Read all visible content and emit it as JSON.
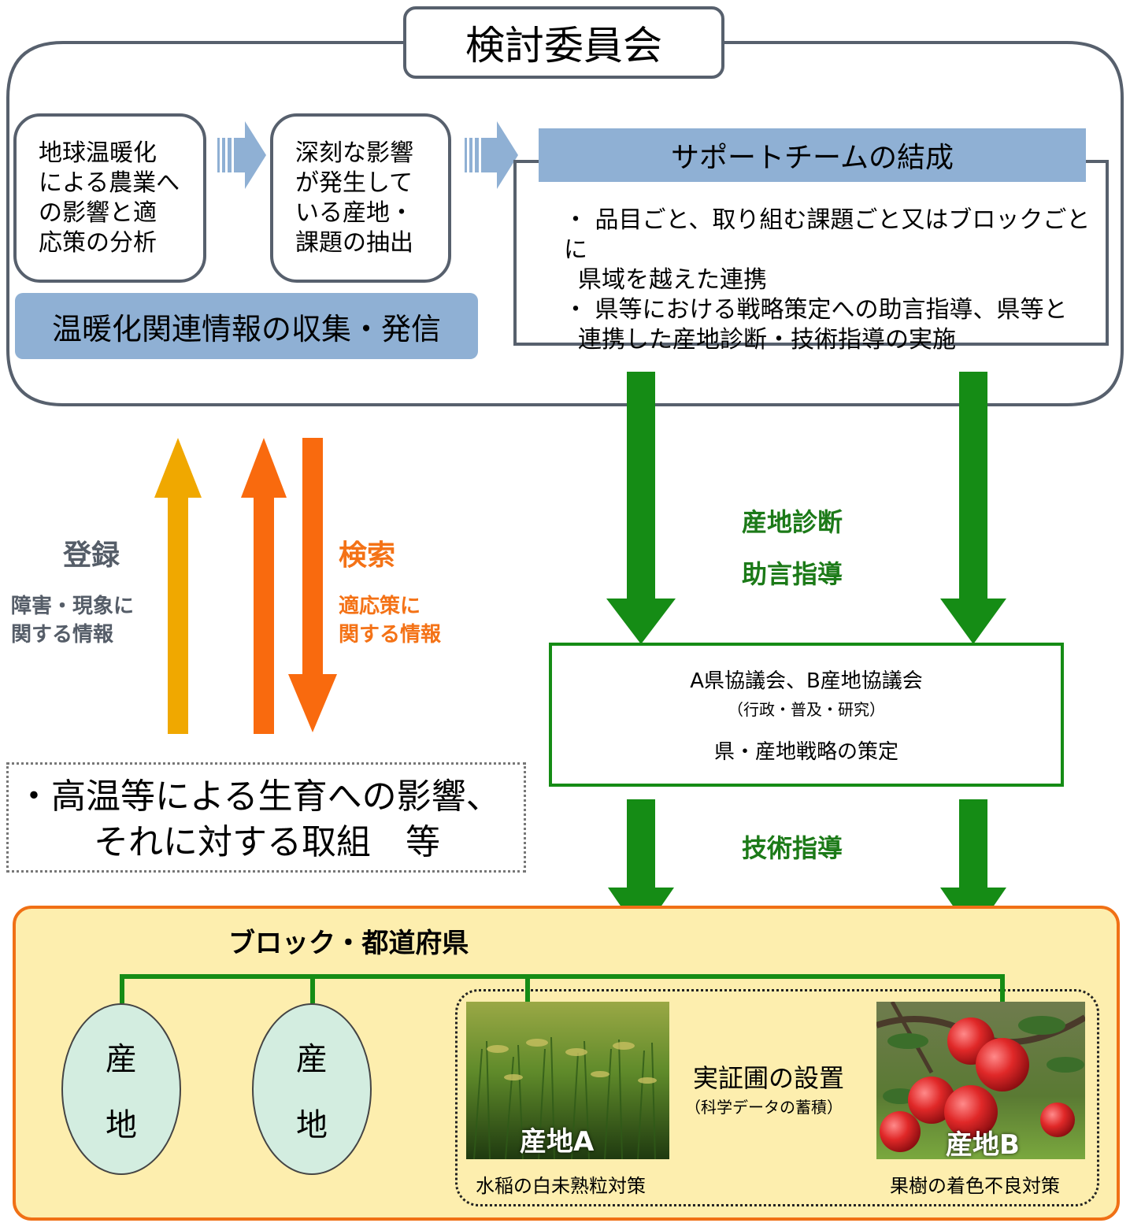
{
  "committee": {
    "title": "検討委員会"
  },
  "analysis_box": {
    "lines": [
      "地球温暖化",
      "による農業へ",
      "の影響と適",
      "応策の分析"
    ]
  },
  "extraction_box": {
    "lines": [
      "深刻な影響",
      "が発生して",
      "いる産地・",
      "課題の抽出"
    ]
  },
  "info_bar": {
    "label": "温暖化関連情報の収集・発信"
  },
  "support_team": {
    "title": "サポートチームの結成",
    "bullets": [
      [
        "・ 品目ごと、取り組む課題ごと又はブロックごとに",
        "県域を越えた連携"
      ],
      [
        "・ 県等における戦略策定への助言指導、県等と",
        "連携した産地診断・技術指導の実施"
      ]
    ]
  },
  "register": {
    "label": "登録",
    "sub": [
      "障害・現象に",
      "関する情報"
    ]
  },
  "search": {
    "label": "検索",
    "sub": [
      "適応策に",
      "関する情報"
    ]
  },
  "diagnosis": {
    "line1": "産地診断",
    "line2": "助言指導"
  },
  "council": {
    "title": "A県協議会、B産地協議会",
    "subtitle": "（行政・普及・研究）",
    "strategy": "県・産地戦略の策定"
  },
  "tech": {
    "label": "技術指導"
  },
  "observations": {
    "lines": [
      "・高温等による生育への影響、",
      "それに対する取組　等"
    ]
  },
  "region": {
    "title": "ブロック・都道府県",
    "ellipse": {
      "char1": "産",
      "char2": "地"
    },
    "demo_title": "実証圃の設置",
    "demo_sub": "（科学データの蓄積）",
    "site_a": {
      "label": "産地A",
      "caption": "水稲の白未熟粒対策"
    },
    "site_b": {
      "label": "産地B",
      "caption": "果樹の着色不良対策"
    }
  },
  "colors": {
    "blue_bar": "#8fb0d4",
    "box_border": "#57606d",
    "green": "#158c15",
    "orange": "#f07015",
    "yellow_arrow": "#f0a800",
    "region_fill": "#fdeeae",
    "ellipse_fill": "#d3ede0"
  }
}
